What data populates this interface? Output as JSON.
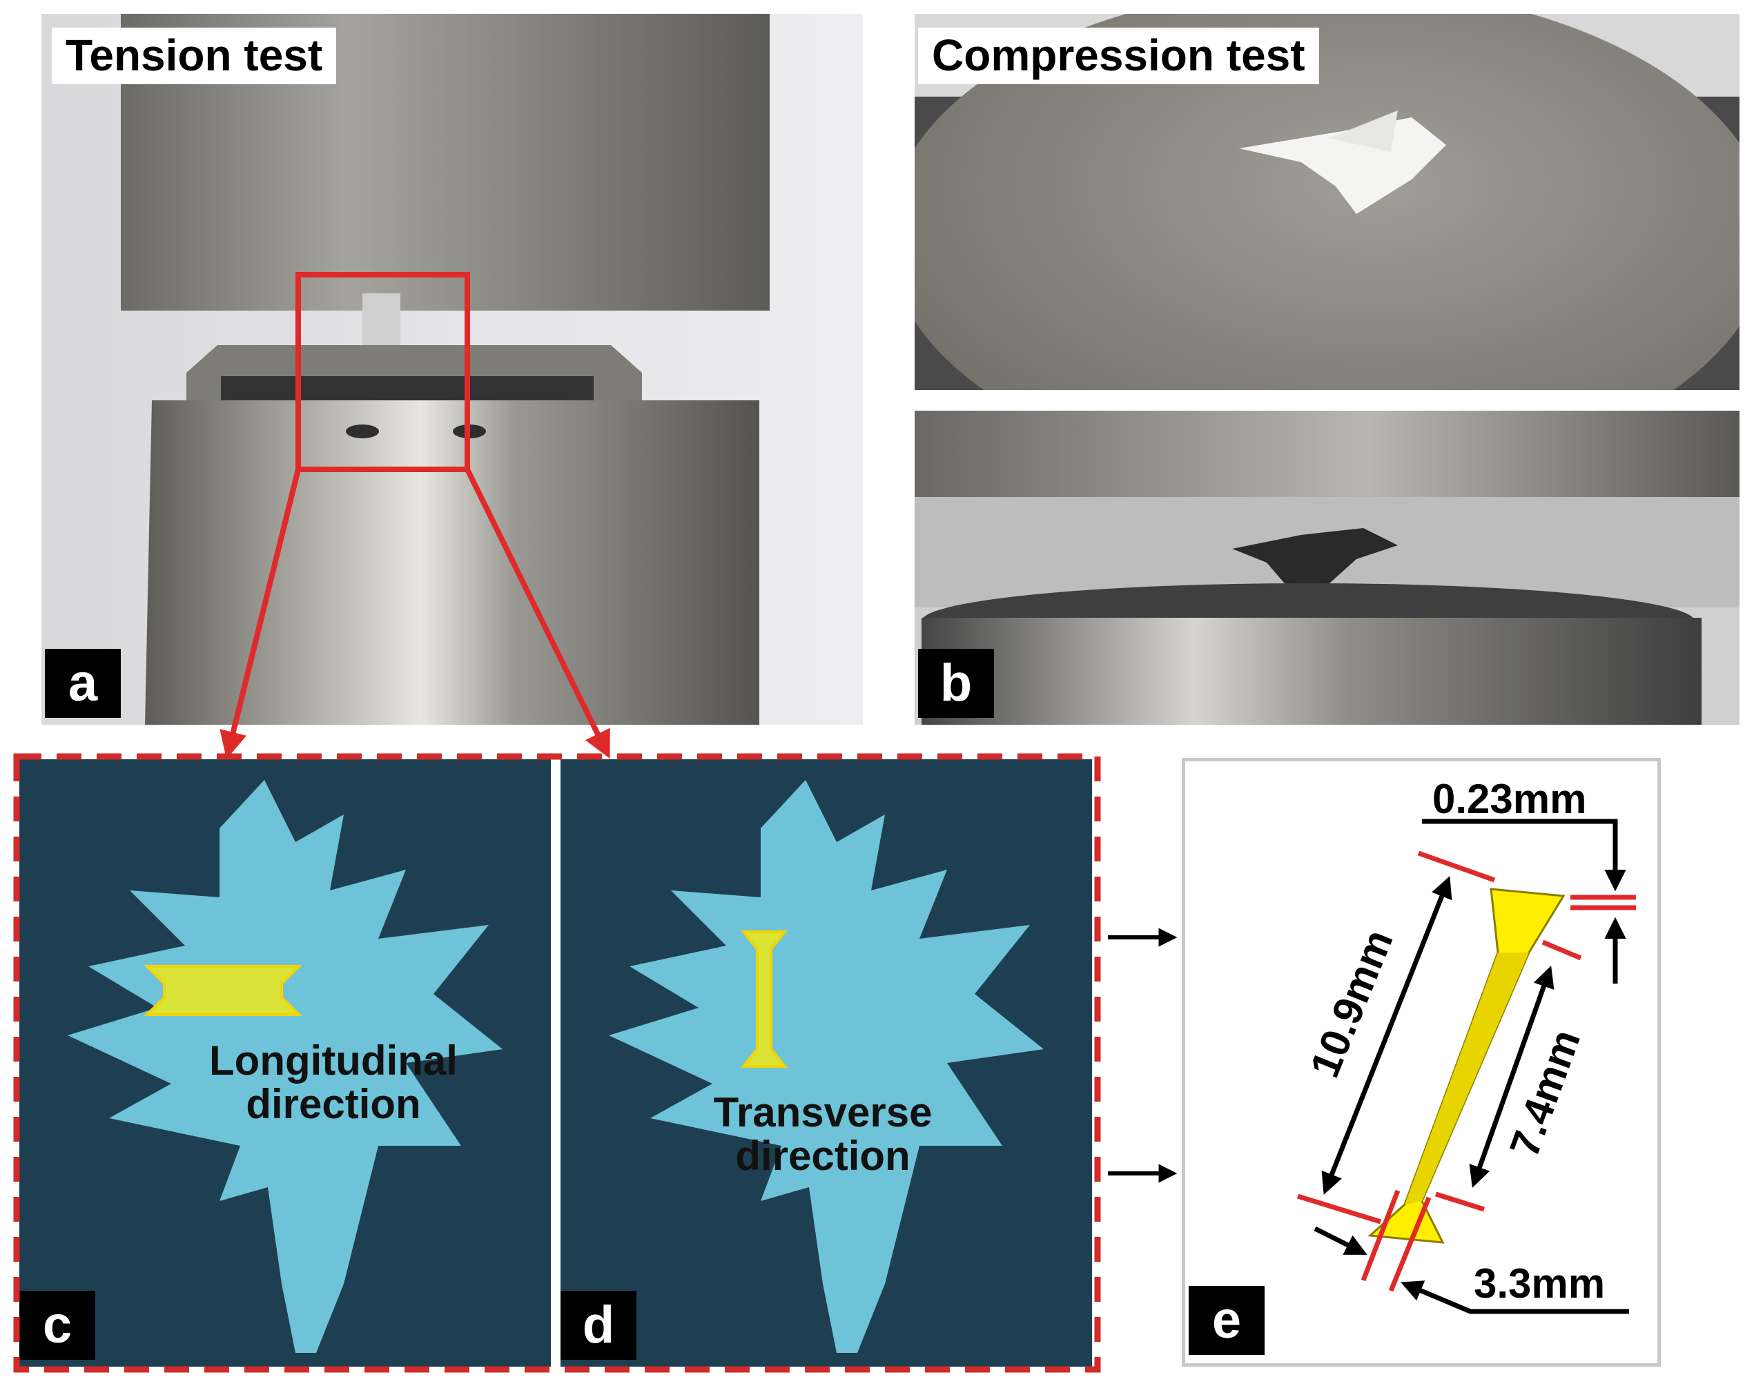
{
  "panels": {
    "a": {
      "title": "Tension test",
      "letter": "a"
    },
    "b": {
      "title": "Compression test",
      "letter": "b"
    },
    "c": {
      "label_line1": "Longitudinal",
      "label_line2": "direction",
      "letter": "c"
    },
    "d": {
      "label_line1": "Transverse",
      "label_line2": "direction",
      "letter": "d"
    },
    "e": {
      "letter": "e",
      "dimensions": {
        "thickness": "0.23mm",
        "total_length": "10.9mm",
        "gauge_length": "7.4mm",
        "width": "3.3mm"
      }
    }
  },
  "colors": {
    "highlight_red": "#e02a2a",
    "specimen_yellow": "#ffee00",
    "specimen_bg": "#1e3f52",
    "specimen_cyan": "#6ec3d8"
  }
}
